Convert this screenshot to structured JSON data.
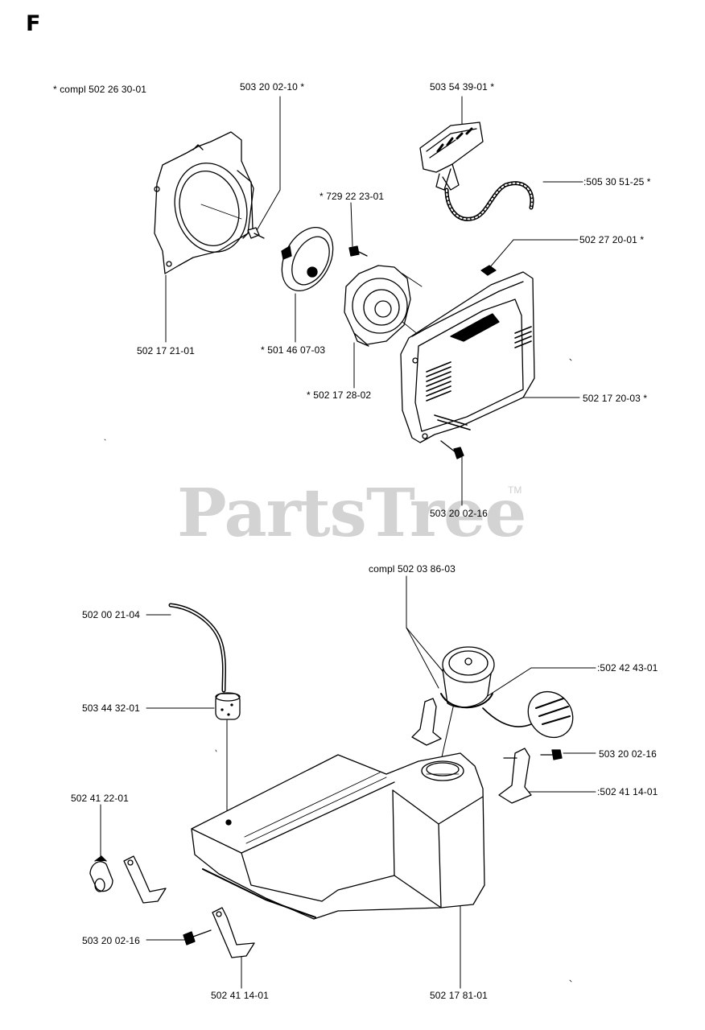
{
  "section_letter": "F",
  "watermark": {
    "text": "PartsTree",
    "tm": "TM"
  },
  "labels": {
    "compl_502_26_30_01": "*  compl 502 26 30-01",
    "p503_20_02_10": "503 20 02-10  *",
    "p503_54_39_01": "503 54 39-01  *",
    "p505_30_51_25": ":505 30 51-25  *",
    "p729_22_23_01": "*  729 22 23-01",
    "p502_27_20_01": "502 27 20-01  *",
    "p502_17_21_01": "502 17 21-01",
    "p501_46_07_03": "*  501 46 07-03",
    "p502_17_28_02": "*  502 17 28-02",
    "p502_17_20_03": "502 17 20-03  *",
    "p503_20_02_16_top": "503 20 02-16",
    "compl_502_03_86_03": "compl 502 03 86-03",
    "p502_00_21_04": "502 00 21-04",
    "p502_42_43_01": ":502 42 43-01",
    "p503_44_32_01": "503 44 32-01",
    "p503_20_02_16_right": "503 20 02-16",
    "p502_41_14_01_right": ":502 41 14-01",
    "p502_41_22_01": "502 41 22-01",
    "p503_20_02_16_bottom": "503 20 02-16",
    "p502_41_14_01_bottom": "502 41 14-01",
    "p502_17_81_01": "502 17 81-01"
  }
}
